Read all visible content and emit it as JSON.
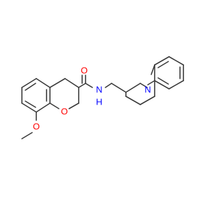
{
  "molecule": {
    "atom_labels": {
      "carbonyl_oxygen": "O",
      "amide_nitrogen": "N",
      "amide_hydrogen": "H",
      "ring_nitrogen": "N",
      "ring_oxygen": "O",
      "methoxy_oxygen": "O"
    }
  },
  "colors": {
    "bond": "#3a3a3a",
    "oxygen": "#ff0000",
    "nitrogen": "#0000ff",
    "background": "#ffffff"
  }
}
